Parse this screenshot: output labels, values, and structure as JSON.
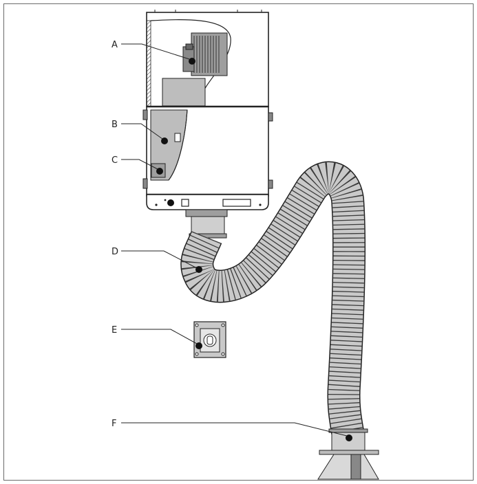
{
  "callouts": [
    {
      "id": "A",
      "label": "A"
    },
    {
      "id": "B",
      "label": "B"
    },
    {
      "id": "C",
      "label": "C"
    },
    {
      "id": "D",
      "label": "D"
    },
    {
      "id": "E",
      "label": "E"
    },
    {
      "id": "F",
      "label": "F"
    }
  ],
  "colors": {
    "outline": "#222222",
    "hose_fill": "#c9c9c9",
    "part_fill": "#bdbdbd",
    "dark_part": "#555555",
    "border": "#6a6a6a"
  },
  "icons": [
    "motor-icon",
    "filter-cartridge-icon",
    "pre-filter-icon",
    "hose-joint-icon",
    "switch-box-icon",
    "hood-handle-icon"
  ]
}
